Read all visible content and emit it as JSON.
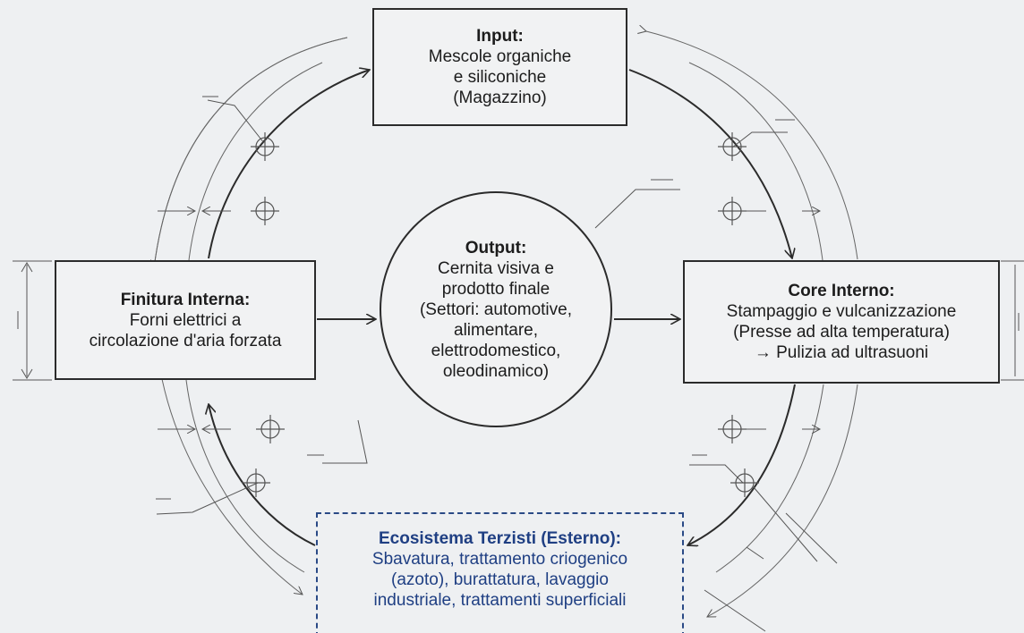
{
  "input": {
    "title": "Input:",
    "lines": [
      "Mescole organiche",
      "e siliconiche",
      "(Magazzino)"
    ]
  },
  "finitura": {
    "title": "Finitura Interna:",
    "lines": [
      "Forni elettrici a",
      "circolazione d'aria forzata"
    ]
  },
  "output": {
    "title": "Output:",
    "lines": [
      "Cernita visiva e",
      "prodotto finale",
      "(Settori: automotive,",
      "alimentare,",
      "elettrodomestico,",
      "oleodinamico)"
    ]
  },
  "core": {
    "title": "Core Interno:",
    "lines": [
      "Stampaggio e vulcanizzazione",
      "(Presse ad alta temperatura)",
      "→ Pulizia ad ultrasuoni"
    ]
  },
  "terzisti": {
    "title": "Ecosistema Terzisti (Esterno):",
    "lines": [
      "Sbavatura, trattamento criogenico",
      "(azoto), burattatura, lavaggio",
      "industriale, trattamenti superficiali"
    ]
  },
  "colors": {
    "background": "#eef0f2",
    "line": "#2b2b2b",
    "thin_line": "#555555",
    "external": "#1f3f83"
  }
}
